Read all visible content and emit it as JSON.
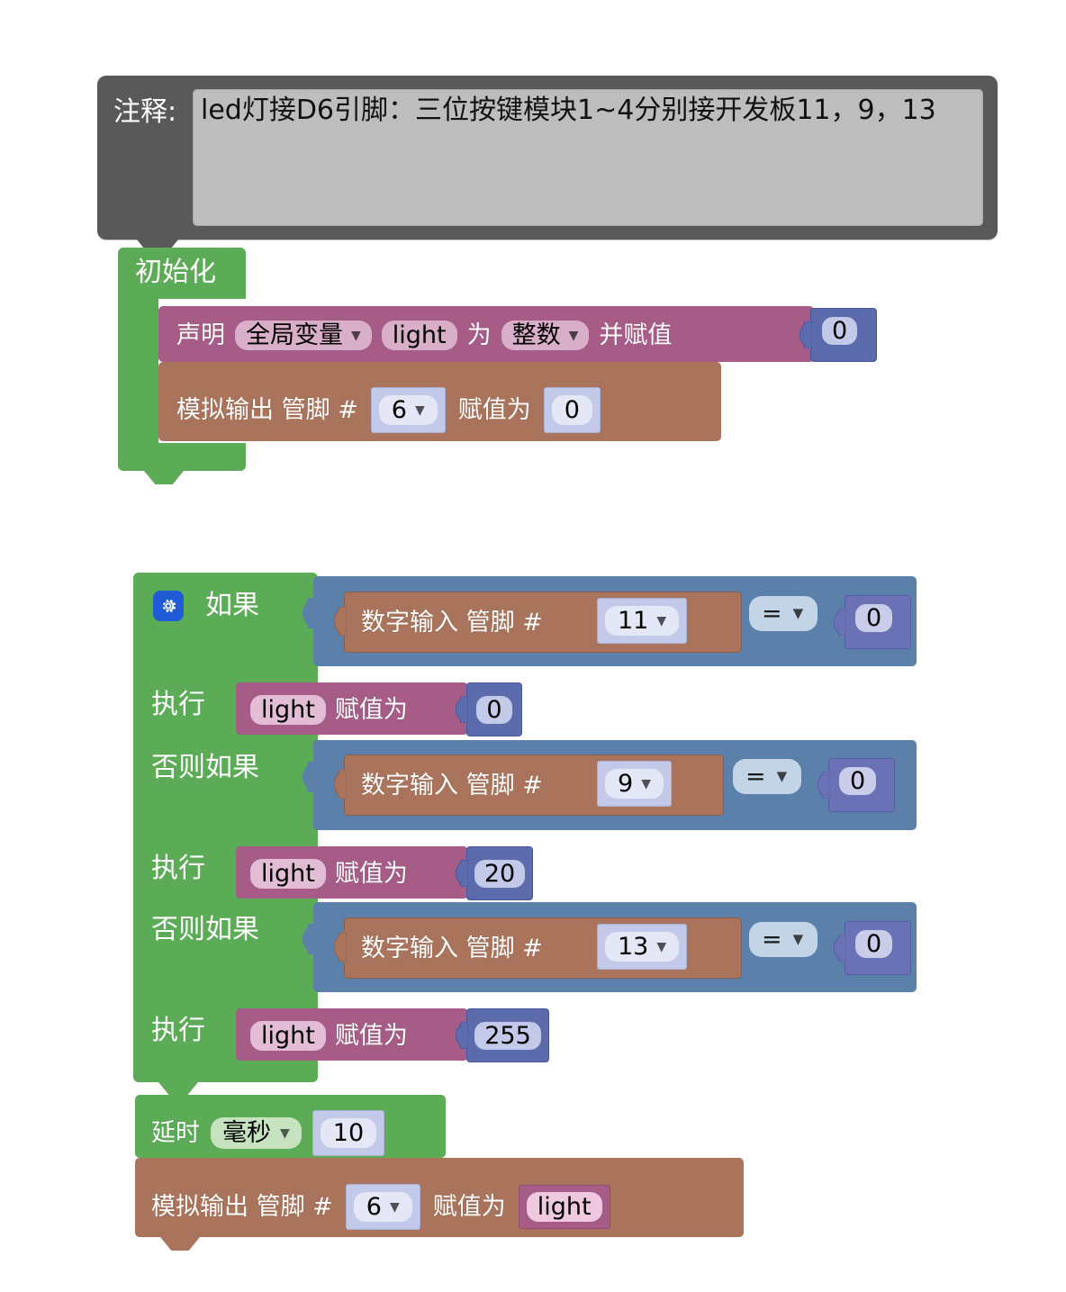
{
  "comment": {
    "label": "注释:",
    "text": "led灯接D6引脚：三位按键模块1~4分别接开发板11，9，13"
  },
  "init": {
    "label": "初始化",
    "declare": {
      "keyword": "声明",
      "scope": "全局变量",
      "variable": "light",
      "as_word": "为",
      "type": "整数",
      "assign_word": "并赋值",
      "value": "0"
    },
    "analog_write": {
      "label": "模拟输出 管脚 #",
      "pin": "6",
      "assign_word": "赋值为",
      "value": "0"
    }
  },
  "logic": {
    "if_label": "如果",
    "do_label": "执行",
    "elseif_label": "否则如果",
    "gear_icon": "gear-icon",
    "branches": [
      {
        "keyword": "如果",
        "condition": {
          "read_label": "数字输入 管脚 #",
          "pin": "11",
          "operator": "=",
          "compare_value": "0"
        },
        "body": {
          "variable": "light",
          "assign_word": "赋值为",
          "value": "0"
        }
      },
      {
        "keyword": "否则如果",
        "condition": {
          "read_label": "数字输入 管脚 #",
          "pin": "9",
          "operator": "=",
          "compare_value": "0"
        },
        "body": {
          "variable": "light",
          "assign_word": "赋值为",
          "value": "20"
        }
      },
      {
        "keyword": "否则如果",
        "condition": {
          "read_label": "数字输入 管脚 #",
          "pin": "13",
          "operator": "=",
          "compare_value": "0"
        },
        "body": {
          "variable": "light",
          "assign_word": "赋值为",
          "value": "255"
        }
      }
    ]
  },
  "delay": {
    "label": "延时",
    "unit": "毫秒",
    "value": "10"
  },
  "analog_out": {
    "label": "模拟输出 管脚 #",
    "pin": "6",
    "assign_word": "赋值为",
    "variable": "light"
  },
  "colors": {
    "comment": "#595959",
    "control_green": "#5cab57",
    "variable_pink": "#a65c86",
    "io_brown": "#a9745b",
    "logic_blue": "#5b81ab",
    "number_blue": "#5b6bab"
  }
}
